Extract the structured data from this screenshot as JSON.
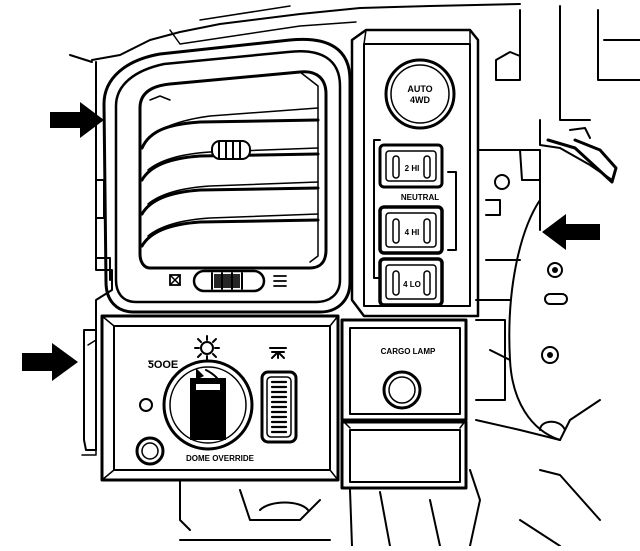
{
  "labels": {
    "auto_4wd": [
      "AUTO",
      "4WD"
    ],
    "btn_2hi": "2 HI",
    "neutral": "NEUTRAL",
    "btn_4hi": "4 HI",
    "btn_4lo": "4 LO",
    "cargo_lamp": "CARGO LAMP",
    "dome_override": "DOME OVERRIDE",
    "dome_symbol": "ƼOOE"
  },
  "arrows": [
    {
      "id": "arrow-vent",
      "points_to": "air-vent"
    },
    {
      "id": "arrow-transfer-case",
      "points_to": "4wd-switch-panel"
    },
    {
      "id": "arrow-headlamp",
      "points_to": "headlamp-switch-panel"
    }
  ],
  "icons": [
    "headlamp-icon",
    "panel-dimmer-icon",
    "vent-closed-icon",
    "vent-open-icon"
  ]
}
